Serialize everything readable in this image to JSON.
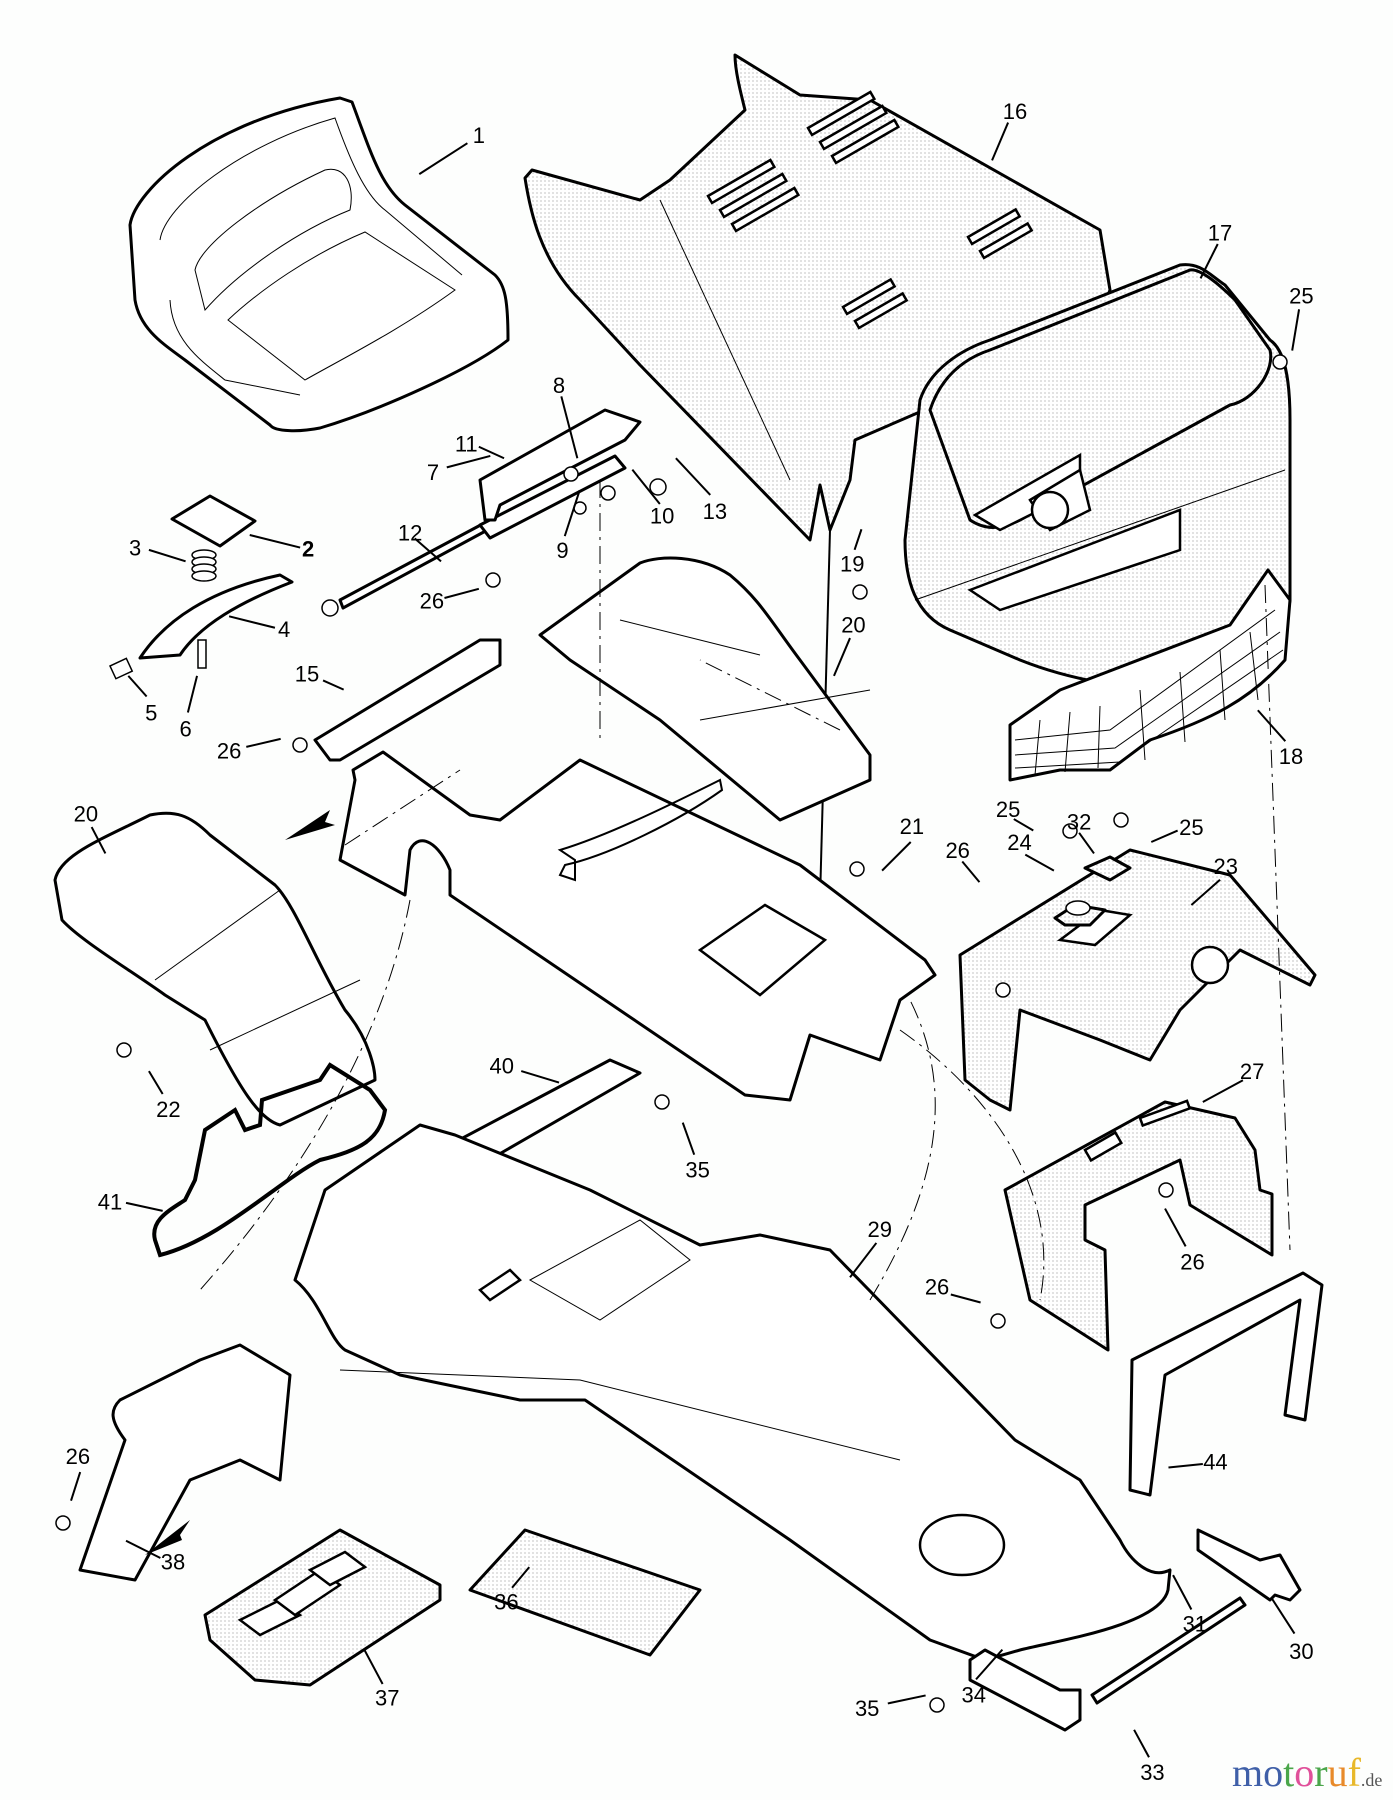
{
  "diagram": {
    "type": "exploded-parts-view",
    "callouts": [
      {
        "id": "c1",
        "text": "1"
      },
      {
        "id": "c2",
        "text": "2",
        "bold": true
      },
      {
        "id": "c3",
        "text": "3"
      },
      {
        "id": "c4",
        "text": "4"
      },
      {
        "id": "c5",
        "text": "5"
      },
      {
        "id": "c6",
        "text": "6"
      },
      {
        "id": "c7",
        "text": "7"
      },
      {
        "id": "c8",
        "text": "8"
      },
      {
        "id": "c9",
        "text": "9"
      },
      {
        "id": "c10",
        "text": "10"
      },
      {
        "id": "c11",
        "text": "11"
      },
      {
        "id": "c12",
        "text": "12"
      },
      {
        "id": "c13",
        "text": "13"
      },
      {
        "id": "c15",
        "text": "15"
      },
      {
        "id": "c16",
        "text": "16"
      },
      {
        "id": "c17",
        "text": "17"
      },
      {
        "id": "c18",
        "text": "18"
      },
      {
        "id": "c19",
        "text": "19"
      },
      {
        "id": "c20a",
        "text": "20"
      },
      {
        "id": "c20b",
        "text": "20"
      },
      {
        "id": "c21",
        "text": "21"
      },
      {
        "id": "c22",
        "text": "22"
      },
      {
        "id": "c23",
        "text": "23"
      },
      {
        "id": "c24",
        "text": "24"
      },
      {
        "id": "c25a",
        "text": "25"
      },
      {
        "id": "c25b",
        "text": "25"
      },
      {
        "id": "c25c",
        "text": "25"
      },
      {
        "id": "c26a",
        "text": "26"
      },
      {
        "id": "c26b",
        "text": "26"
      },
      {
        "id": "c26c",
        "text": "26"
      },
      {
        "id": "c26d",
        "text": "26"
      },
      {
        "id": "c26e",
        "text": "26"
      },
      {
        "id": "c26f",
        "text": "26"
      },
      {
        "id": "c27",
        "text": "27"
      },
      {
        "id": "c29",
        "text": "29"
      },
      {
        "id": "c30",
        "text": "30"
      },
      {
        "id": "c31",
        "text": "31"
      },
      {
        "id": "c32",
        "text": "32"
      },
      {
        "id": "c33",
        "text": "33"
      },
      {
        "id": "c34",
        "text": "34"
      },
      {
        "id": "c35a",
        "text": "35"
      },
      {
        "id": "c35b",
        "text": "35"
      },
      {
        "id": "c36",
        "text": "36"
      },
      {
        "id": "c37",
        "text": "37"
      },
      {
        "id": "c38",
        "text": "38"
      },
      {
        "id": "c40",
        "text": "40"
      },
      {
        "id": "c41",
        "text": "41"
      },
      {
        "id": "c44",
        "text": "44"
      }
    ]
  },
  "watermark": {
    "letters": [
      {
        "ch": "m",
        "color": "#3f5fa8"
      },
      {
        "ch": "o",
        "color": "#3f5fa8"
      },
      {
        "ch": "t",
        "color": "#4aa64a"
      },
      {
        "ch": "o",
        "color": "#e0509a"
      },
      {
        "ch": "r",
        "color": "#4aa64a"
      },
      {
        "ch": "u",
        "color": "#e88a2a"
      },
      {
        "ch": "f",
        "color": "#e8b82a"
      }
    ],
    "tld": ".de",
    "brand": "motoruf.de"
  }
}
